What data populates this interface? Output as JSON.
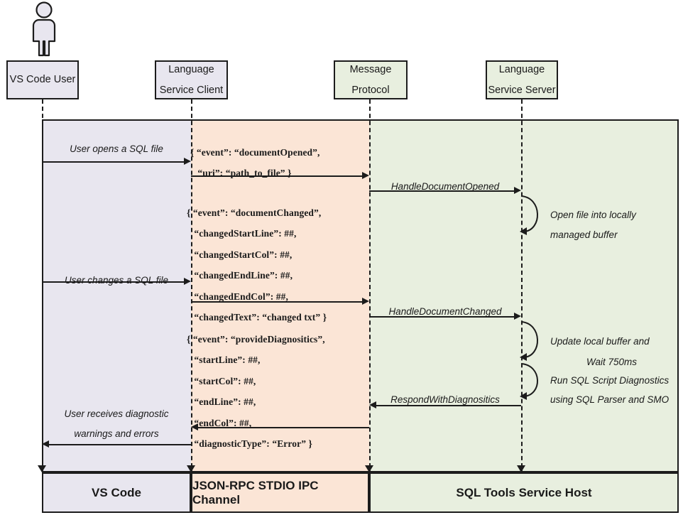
{
  "diagram": {
    "title": "SQL Tools Service sequence diagram",
    "colors": {
      "vscode_band": "#E8E6EF",
      "ipc_band": "#FBE5D6",
      "host_band": "#E8EFDF",
      "stroke": "#1c1c1c"
    }
  },
  "actor": {
    "name": "actor-figure"
  },
  "participants": [
    {
      "id": "user",
      "line1": "VS Code User",
      "line2": ""
    },
    {
      "id": "client",
      "line1": "Language",
      "line2": "Service Client"
    },
    {
      "id": "proto",
      "line1": "Message",
      "line2": "Protocol"
    },
    {
      "id": "server",
      "line1": "Language",
      "line2": "Service Server"
    }
  ],
  "messages": {
    "user_opens": "User opens a SQL file",
    "user_changes": "User changes a SQL file",
    "user_receives_l1": "User receives diagnostic",
    "user_receives_l2": "warnings and errors",
    "handle_document_opened": "HandleDocumentOpened",
    "handle_document_changed": "HandleDocumentChanged",
    "respond_with_diagnostics": "RespondWithDiagnositics"
  },
  "payloads": {
    "document_opened": "{ “event”: “documentOpened”,\n   “uri”: “path_to_file” }",
    "document_changed": "{ “event”: “documentChanged”,\n   “changedStartLine”: ##,\n   “changedStartCol”: ##,\n   “changedEndLine”: ##,\n   “changedEndCol”: ##,\n   “changedText”: “changed txt” }",
    "provide_diagnostics": "{ “event”: “provideDiagnositics”,\n   “startLine”: ##,\n   “startCol”: ##,\n   “endLine”: ##,\n   “endCol”: ##,\n   “diagnosticType”: “Error” }"
  },
  "notes": {
    "open_file_l1": "Open file into locally",
    "open_file_l2": "managed buffer",
    "update_buffer_l1": "Update local buffer and",
    "update_buffer_l2": "Wait 750ms",
    "run_diagnostics_l1": "Run SQL Script Diagnostics",
    "run_diagnostics_l2": "using SQL Parser and SMO"
  },
  "legend": [
    {
      "id": "vscode",
      "label": "VS Code"
    },
    {
      "id": "ipc",
      "label": "JSON-RPC STDIO IPC Channel"
    },
    {
      "id": "host",
      "label": "SQL Tools Service Host"
    }
  ]
}
